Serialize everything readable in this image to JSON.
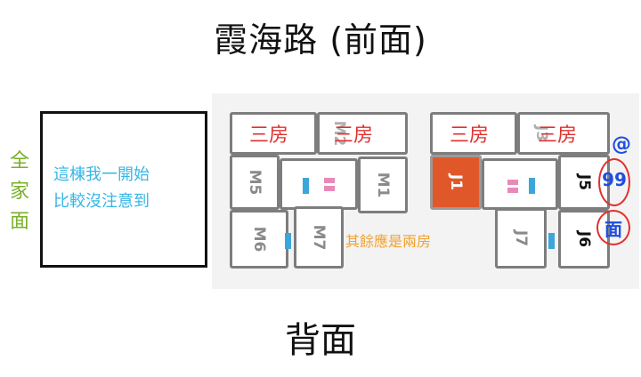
{
  "title_top": "霞海路 (前面)",
  "title_bottom": "背面",
  "side_label": [
    "全",
    "家",
    "面"
  ],
  "big_box_note": [
    "這棟我一開始",
    "比較沒注意到"
  ],
  "rooms": {
    "m3_label": "三房",
    "m4_label": "三房",
    "j3_label": "三房",
    "j4_label": "三房"
  },
  "buildings": {
    "m5": "M5",
    "m1": "M1",
    "m6": "M6",
    "m7": "M7",
    "j1": "J1",
    "j5": "J5",
    "j7": "J7",
    "j6": "J6",
    "m2": "M2",
    "j3": "J3"
  },
  "other_note": "其餘應是兩房",
  "handwriting": {
    "at": "@",
    "nine_nine": "99",
    "face": "面"
  },
  "colors": {
    "accent_red": "#e0302e",
    "note_orange": "#f2a12e",
    "note_blue": "#36b5e6",
    "label_green": "#7ab02a",
    "highlight_building": "#e0582a",
    "ink_blue": "#1f4ee0"
  }
}
